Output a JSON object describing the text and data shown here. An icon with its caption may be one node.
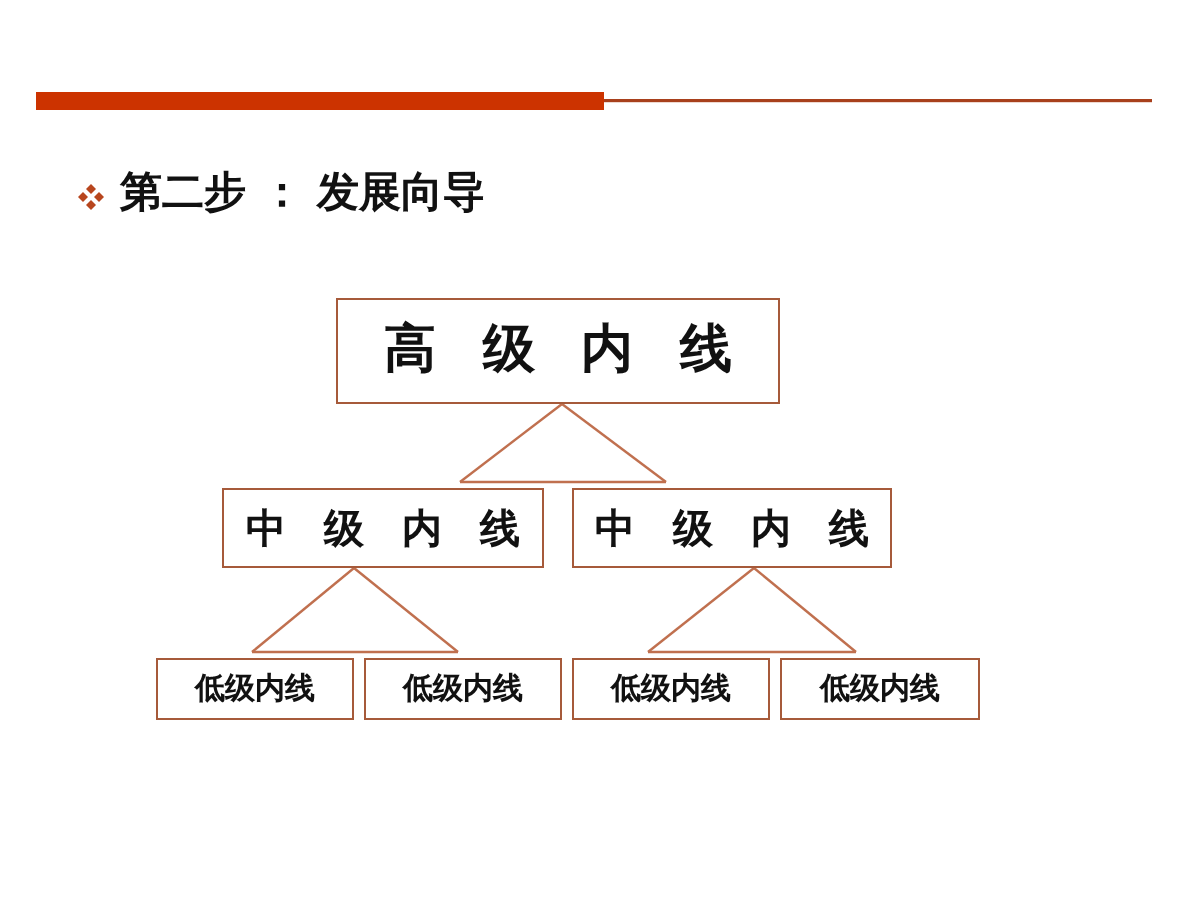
{
  "diagram": {
    "title": "第二步 ： 发展向导",
    "nodes": [
      {
        "text": [
          "高 级 内 线"
        ]
      },
      {
        "text": [
          "中 级 内 线"
        ]
      },
      {
        "text": [
          "中 级 内 线"
        ]
      },
      {
        "text": [
          "低级内线"
        ]
      },
      {
        "text": [
          "低级内线"
        ]
      },
      {
        "text": [
          "低级内线"
        ]
      },
      {
        "text": [
          "低级内线"
        ]
      }
    ],
    "edges": [
      {
        "from": 0,
        "to": 1,
        "arrow": "none"
      },
      {
        "from": 0,
        "to": 2,
        "arrow": "none"
      },
      {
        "from": 1,
        "to": 3,
        "arrow": "none"
      },
      {
        "from": 1,
        "to": 4,
        "arrow": "none"
      },
      {
        "from": 2,
        "to": 5,
        "arrow": "none"
      },
      {
        "from": 2,
        "to": 6,
        "arrow": "none"
      }
    ]
  }
}
